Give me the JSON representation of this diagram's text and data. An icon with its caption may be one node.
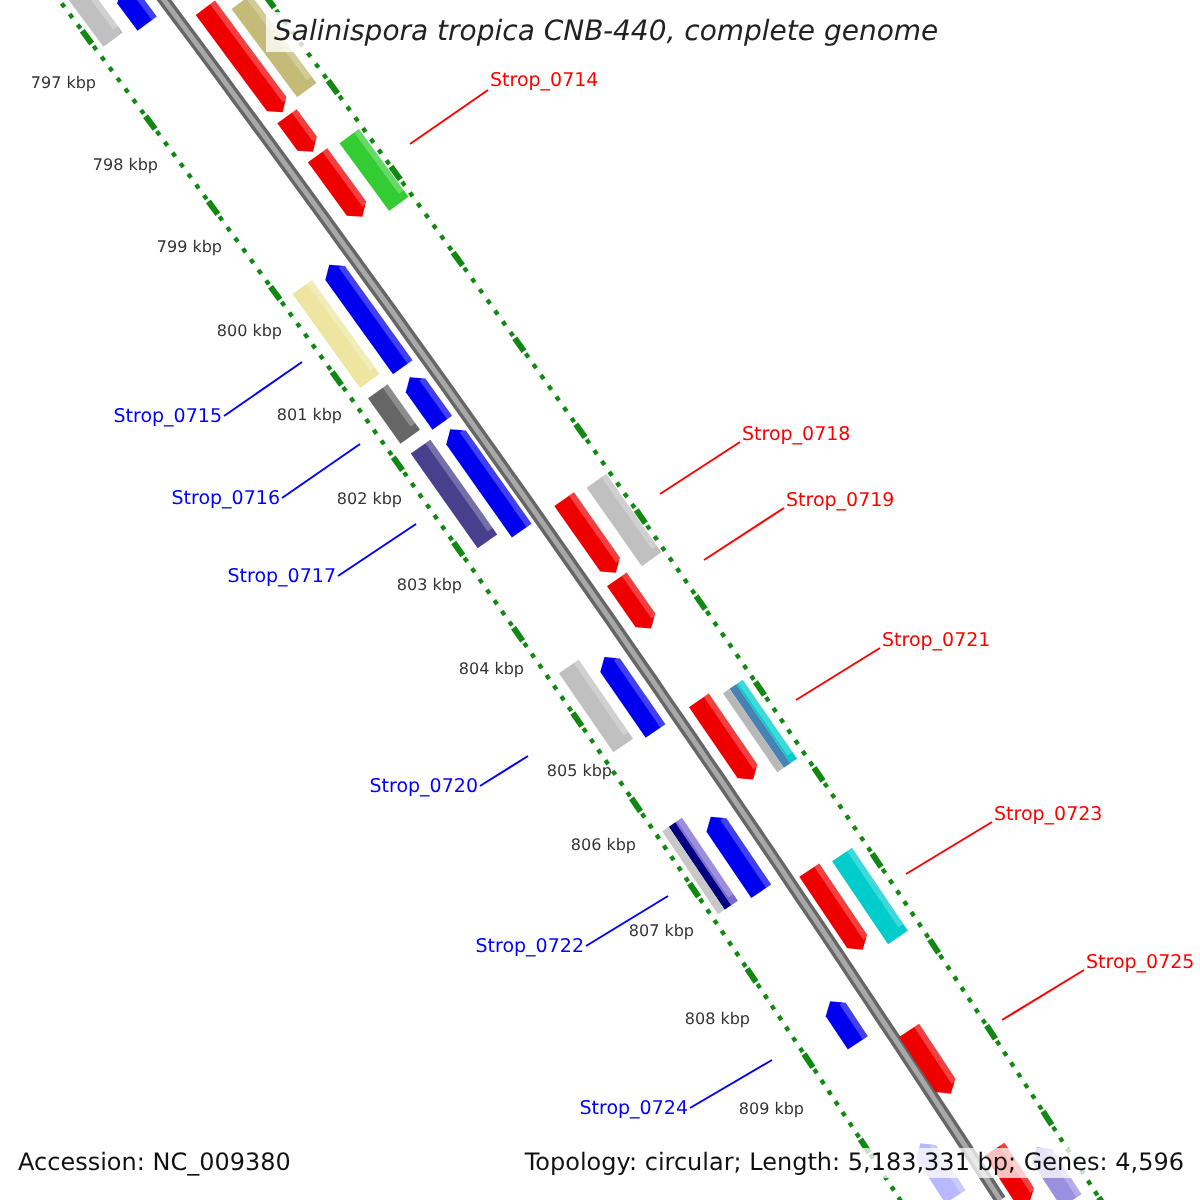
{
  "diagram": {
    "title": "Salinispora tropica CNB-440, complete genome",
    "nodes": [
      {
        "text": [
          "Strop_0714"
        ]
      },
      {
        "text": [
          "Strop_0715"
        ]
      },
      {
        "text": [
          "Strop_0716"
        ]
      },
      {
        "text": [
          "Strop_0718"
        ]
      },
      {
        "text": [
          "Strop_0719"
        ]
      },
      {
        "text": [
          "Strop_0717"
        ]
      },
      {
        "text": [
          "Strop_0721"
        ]
      },
      {
        "text": [
          "Strop_0720"
        ]
      },
      {
        "text": [
          "Strop_0723"
        ]
      },
      {
        "text": [
          "Strop_0722"
        ]
      },
      {
        "text": [
          "Strop_0725"
        ]
      },
      {
        "text": [
          "Strop_0724"
        ]
      }
    ],
    "edges": [
      {
        "from": 0,
        "to": null,
        "arrow": "none",
        "color": "#ff0000"
      },
      {
        "from": 1,
        "to": null,
        "arrow": "none",
        "color": "#0000ff"
      },
      {
        "from": 2,
        "to": null,
        "arrow": "none",
        "color": "#0000ff"
      },
      {
        "from": 3,
        "to": null,
        "arrow": "none",
        "color": "#ff0000"
      },
      {
        "from": 4,
        "to": null,
        "arrow": "none",
        "color": "#ff0000"
      },
      {
        "from": 5,
        "to": null,
        "arrow": "none",
        "color": "#0000ff"
      },
      {
        "from": 6,
        "to": null,
        "arrow": "none",
        "color": "#ff0000"
      },
      {
        "from": 7,
        "to": null,
        "arrow": "none",
        "color": "#0000ff"
      },
      {
        "from": 8,
        "to": null,
        "arrow": "none",
        "color": "#ff0000"
      },
      {
        "from": 9,
        "to": null,
        "arrow": "none",
        "color": "#0000ff"
      },
      {
        "from": 10,
        "to": null,
        "arrow": "none",
        "color": "#ff0000"
      },
      {
        "from": 11,
        "to": null,
        "arrow": "none",
        "color": "#0000ff"
      }
    ],
    "labels": [
      "797 kbp",
      "798 kbp",
      "799 kbp",
      "800 kbp",
      "801 kbp",
      "802 kbp",
      "803 kbp",
      "804 kbp",
      "805 kbp",
      "806 kbp",
      "807 kbp",
      "808 kbp",
      "809 kbp",
      "Accession: NC_009380",
      "Topology: circular; Length: 5,183,331 bp; Genes: 4,596"
    ]
  }
}
